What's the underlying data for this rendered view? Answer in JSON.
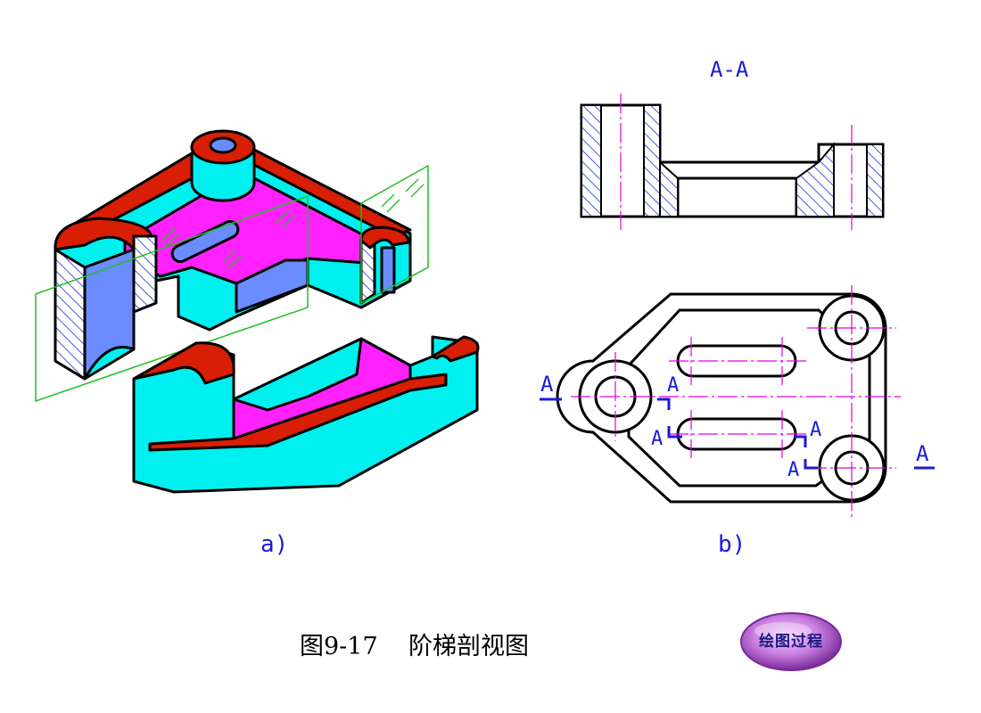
{
  "section_title": "A-A",
  "label_a": "a)",
  "label_b": "b)",
  "cut_marks": [
    "A",
    "A",
    "A",
    "A",
    "A",
    "A"
  ],
  "caption": "图9-17    阶梯剖视图",
  "logo_label": "绘图过程",
  "colors": {
    "outline": "#000000",
    "red_face": "#d81e05",
    "cyan_face": "#00f0f0",
    "magenta_face": "#ff22ff",
    "blue_face": "#6a8cff",
    "hatch": "#1f2fcf",
    "centerline": "#e000e0",
    "cut_plane": "#1fbf1f",
    "label_blue": "#1a1adb"
  }
}
